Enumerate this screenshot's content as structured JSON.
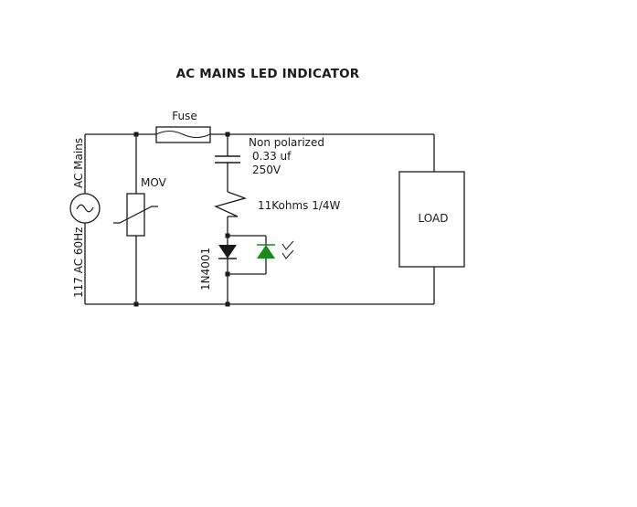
{
  "diagram": {
    "title": "AC MAINS LED INDICATOR",
    "source": {
      "name": "AC Mains",
      "rating": "117 AC 60Hz"
    },
    "fuse": {
      "label": "Fuse"
    },
    "mov": {
      "label": "MOV"
    },
    "capacitor": {
      "line1": "Non polarized",
      "line2": "0.33 uf",
      "line3": "250V"
    },
    "resistor": {
      "label": "11Kohms  1/4W"
    },
    "diode": {
      "label": "1N4001"
    },
    "load": {
      "label": "LOAD"
    },
    "colors": {
      "ink": "#1a1a1a",
      "led": "#1a8a1a"
    }
  }
}
